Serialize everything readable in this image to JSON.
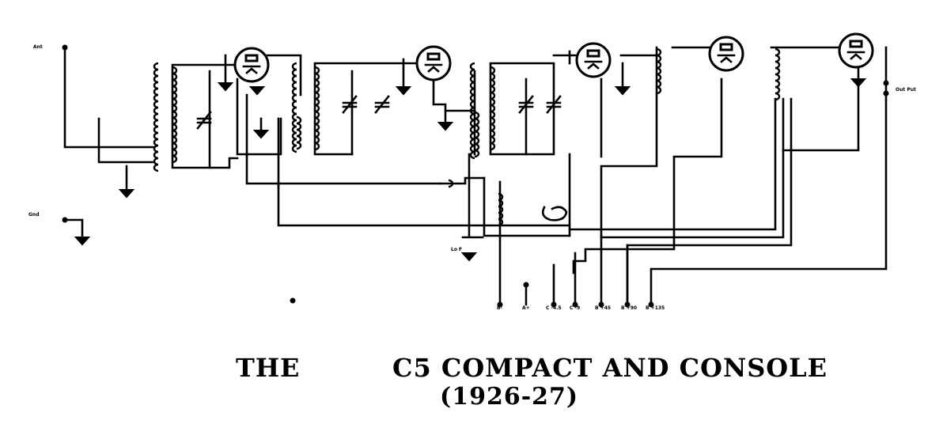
{
  "title": {
    "prefix": "THE",
    "main": "C5 COMPACT AND CONSOLE",
    "years": "(1926-27)"
  },
  "labels": {
    "antenna": "Ant",
    "ground": "Gnd",
    "output": "Out Put",
    "filament_switch": "Lo F"
  },
  "terminals": [
    "B-",
    "A+",
    "C -4.5",
    "C -9",
    "B +45",
    "B +90",
    "B +135"
  ]
}
